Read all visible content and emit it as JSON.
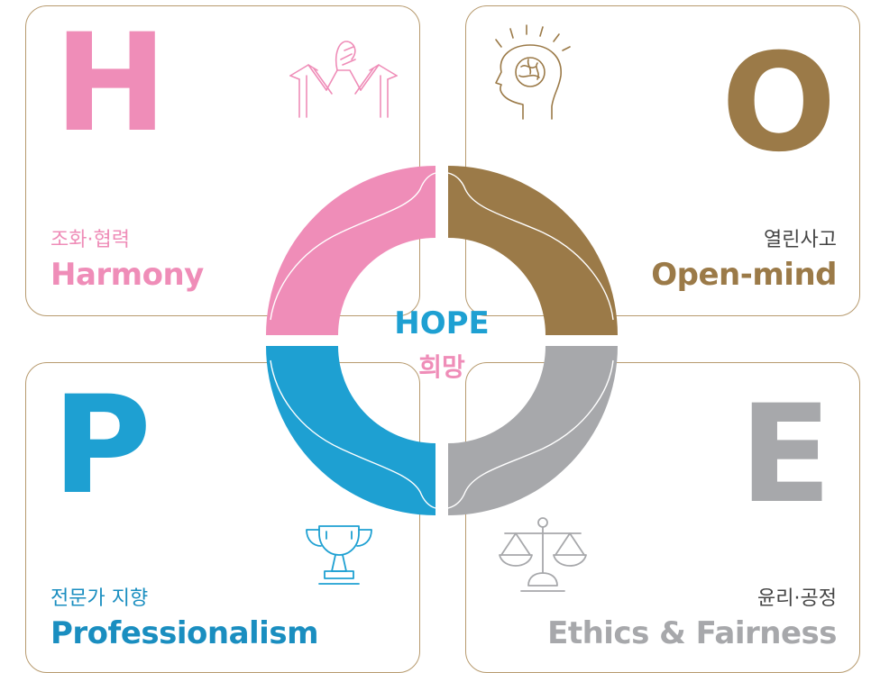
{
  "center": {
    "title": "HOPE",
    "subtitle": "희망"
  },
  "quadrants": {
    "h": {
      "letter": "H",
      "korean": "조화·협력",
      "english": "Harmony",
      "color": "#ef8db8",
      "icon": "handshake-icon"
    },
    "o": {
      "letter": "O",
      "korean": "열린사고",
      "english": "Open-mind",
      "color": "#9b7a48",
      "icon": "brain-head-icon"
    },
    "p": {
      "letter": "P",
      "korean": "전문가 지향",
      "english": "Professionalism",
      "color": "#1ea0d2",
      "icon": "trophy-icon"
    },
    "e": {
      "letter": "E",
      "korean": "윤리·공정",
      "english": "Ethics & Fairness",
      "color": "#a7a8ab",
      "icon": "scales-icon"
    }
  },
  "border_color": "#b79a6e"
}
